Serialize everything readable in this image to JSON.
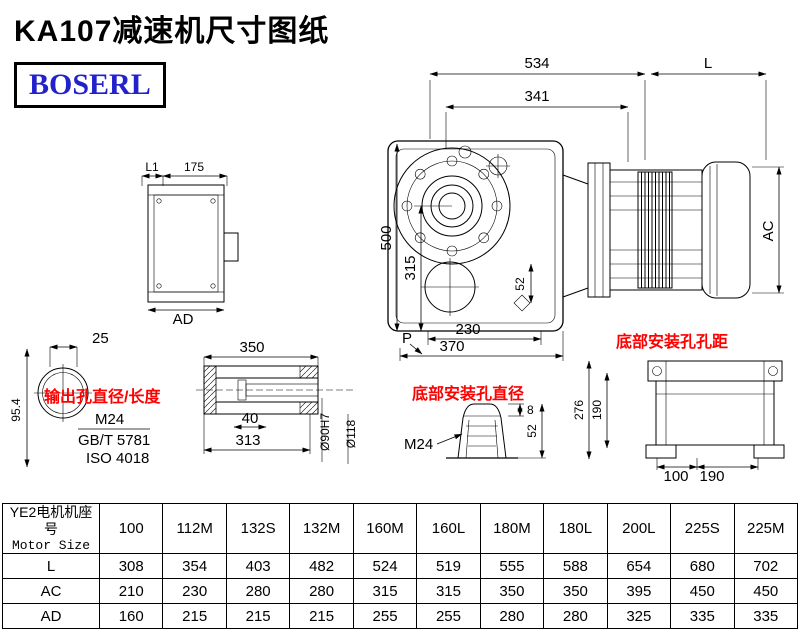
{
  "page": {
    "title": "KA107减速机尺寸图纸",
    "logo": "BOSERL"
  },
  "colors": {
    "accent_red": "#ff0000",
    "logo_blue": "#2222cc",
    "line": "#000000"
  },
  "main_view": {
    "dim_534": "534",
    "dim_L": "L",
    "dim_341": "341",
    "dim_500": "500",
    "dim_315": "315",
    "dim_52": "52",
    "label_P": "P",
    "dim_230": "230",
    "dim_370": "370",
    "dim_AC": "AC"
  },
  "side_view": {
    "dim_L1": "L1",
    "dim_175": "175",
    "dim_AD": "AD"
  },
  "shaft_view": {
    "dim_25": "25",
    "dim_95_4": "95.4",
    "label": "输出孔直径/长度",
    "thread": "M24",
    "std1": "GB/T 5781",
    "std2": "ISO 4018"
  },
  "hollow_view": {
    "dim_350": "350",
    "dim_40": "40",
    "dim_313": "313",
    "dim_d90": "Ø90H7",
    "dim_d118": "Ø118"
  },
  "bottom_hole": {
    "label": "底部安装孔直径",
    "thread": "M24",
    "dim_8": "8",
    "dim_52": "52"
  },
  "bottom_mount": {
    "label": "底部安装孔孔距",
    "dim_276": "276",
    "dim_190v": "190",
    "dim_100": "100",
    "dim_190h": "190"
  },
  "table": {
    "header_cn": "YE2电机机座号",
    "header_en": "Motor Size",
    "columns": [
      "100",
      "112M",
      "132S",
      "132M",
      "160M",
      "160L",
      "180M",
      "180L",
      "200L",
      "225S",
      "225M"
    ],
    "rows": [
      {
        "label": "L",
        "values": [
          "308",
          "354",
          "403",
          "482",
          "524",
          "519",
          "555",
          "588",
          "654",
          "680",
          "702"
        ]
      },
      {
        "label": "AC",
        "values": [
          "210",
          "230",
          "280",
          "280",
          "315",
          "315",
          "350",
          "350",
          "395",
          "450",
          "450"
        ]
      },
      {
        "label": "AD",
        "values": [
          "160",
          "215",
          "215",
          "215",
          "255",
          "255",
          "280",
          "280",
          "325",
          "335",
          "335"
        ]
      }
    ]
  }
}
